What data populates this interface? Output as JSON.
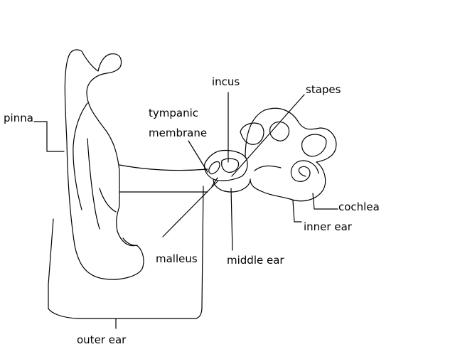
{
  "labels": {
    "pinna": "pinna",
    "incus": "incus",
    "stapes": "stapes",
    "tympanic_line1": "tympanic",
    "tympanic_line2": "membrane",
    "malleus": "malleus",
    "middle_ear": "middle ear",
    "cochlea": "cochlea",
    "inner_ear": "inner ear",
    "outer_ear": "outer ear"
  },
  "colors": {
    "ink": "#000000",
    "background": "#ffffff"
  }
}
